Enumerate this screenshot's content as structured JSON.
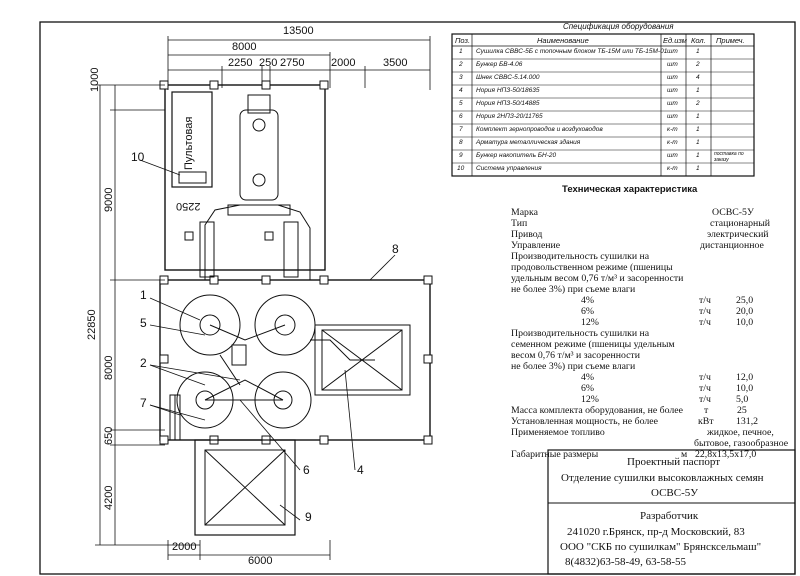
{
  "dimensions": {
    "top_total": "13500",
    "top_8000": "8000",
    "top_2250": "2250",
    "top_250": "250",
    "top_2750": "2750",
    "top_2000": "2000",
    "top_3500": "3500",
    "left_1000": "1000",
    "left_9000": "9000",
    "left_22850": "22850",
    "left_8000": "8000",
    "left_650": "650",
    "left_4200": "4200",
    "bottom_2000": "2000",
    "bottom_6000": "6000",
    "inner_2250": "2250"
  },
  "labels": {
    "pult": "Пультовая",
    "n10": "10",
    "n1": "1",
    "n5": "5",
    "n2": "2",
    "n7": "7",
    "n6": "6",
    "n4": "4",
    "n8": "8",
    "n9": "9"
  },
  "spec": {
    "title": "Спецификация оборудования",
    "headers": [
      "Поз.",
      "Наименование",
      "Ед.изм",
      "Кол.",
      "Примеч."
    ],
    "rows": [
      {
        "pos": "1",
        "name": "Сушилка СВВС-5Б с топочным блоком ТБ-15М или ТБ-15М-01",
        "unit": "шт",
        "qty": "1",
        "note": ""
      },
      {
        "pos": "2",
        "name": "Бункер БВ-4.06",
        "unit": "шт",
        "qty": "2",
        "note": ""
      },
      {
        "pos": "3",
        "name": "Шнек СВВС-5.14.000",
        "unit": "шт",
        "qty": "4",
        "note": ""
      },
      {
        "pos": "4",
        "name": "Нория НПЗ-50/18635",
        "unit": "шт",
        "qty": "1",
        "note": ""
      },
      {
        "pos": "5",
        "name": "Нория НПЗ-50/14885",
        "unit": "шт",
        "qty": "2",
        "note": ""
      },
      {
        "pos": "6",
        "name": "Нория 2НПЗ-20/11765",
        "unit": "шт",
        "qty": "1",
        "note": ""
      },
      {
        "pos": "7",
        "name": "Комплект зернопроводов и воздуховодов",
        "unit": "к-т",
        "qty": "1",
        "note": ""
      },
      {
        "pos": "8",
        "name": "Арматура металлическая здания",
        "unit": "к-т",
        "qty": "1",
        "note": ""
      },
      {
        "pos": "9",
        "name": "Бункер накопитель БН-20",
        "unit": "шт",
        "qty": "1",
        "note": "поставка по заказу"
      },
      {
        "pos": "10",
        "name": "Система управления",
        "unit": "к-т",
        "qty": "1",
        "note": ""
      }
    ]
  },
  "tech": {
    "title": "Техническая характеристика",
    "marka_l": "Марка",
    "marka_v": "ОСВС-5У",
    "tip_l": "Тип",
    "tip_v": "стационарный",
    "privod_l": "Привод",
    "privod_v": "электрический",
    "upr_l": "Управление",
    "upr_v": "дистанционное",
    "prod1_1": "Производительность сушилки на",
    "prod1_2": "продовольственном режиме (пшеницы",
    "prod1_3": "удельным весом 0,76 т/м³ и засоренности",
    "prod1_4": "не более 3%) при съеме влаги",
    "r1": [
      {
        "p": "4%",
        "u": "т/ч",
        "v": "25,0"
      },
      {
        "p": "6%",
        "u": "т/ч",
        "v": "20,0"
      },
      {
        "p": "12%",
        "u": "т/ч",
        "v": "10,0"
      }
    ],
    "prod2_1": "Производительность сушилки на",
    "prod2_2": "семенном режиме (пшеницы удельным",
    "prod2_3": "весом 0,76 т/м³ и засоренности",
    "prod2_4": "не более 3%) при съеме влаги",
    "r2": [
      {
        "p": "4%",
        "u": "т/ч",
        "v": "12,0"
      },
      {
        "p": "6%",
        "u": "т/ч",
        "v": "10,0"
      },
      {
        "p": "12%",
        "u": "т/ч",
        "v": "5,0"
      }
    ],
    "massa_l": "Масса  комплекта оборудования, не более",
    "massa_u": "т",
    "massa_v": "25",
    "moshch_l": "Установленная мощность, не более",
    "moshch_u": "кВт",
    "moshch_v": "131,2",
    "toplivo_l": "Применяемое топливо",
    "toplivo_v1": "жидкое, печное,",
    "toplivo_v2": "бытовое, газообразное",
    "gabarit_l": "Габаритные размеры",
    "gabarit_u": "м",
    "gabarit_v": "22,8х13,5х17,0"
  },
  "stamp": {
    "line1": "Проектный паспорт",
    "line2": "Отделение сушилки высоковлажных семян",
    "line3": "ОСВС-5У",
    "dev_title": "Разработчик",
    "dev1": "241020 г.Брянск, пр-д Московский, 83",
    "dev2": "ООО \"СКБ по сушилкам\" Брянсксельмаш\"",
    "dev3": "8(4832)63-58-49, 63-58-55"
  }
}
